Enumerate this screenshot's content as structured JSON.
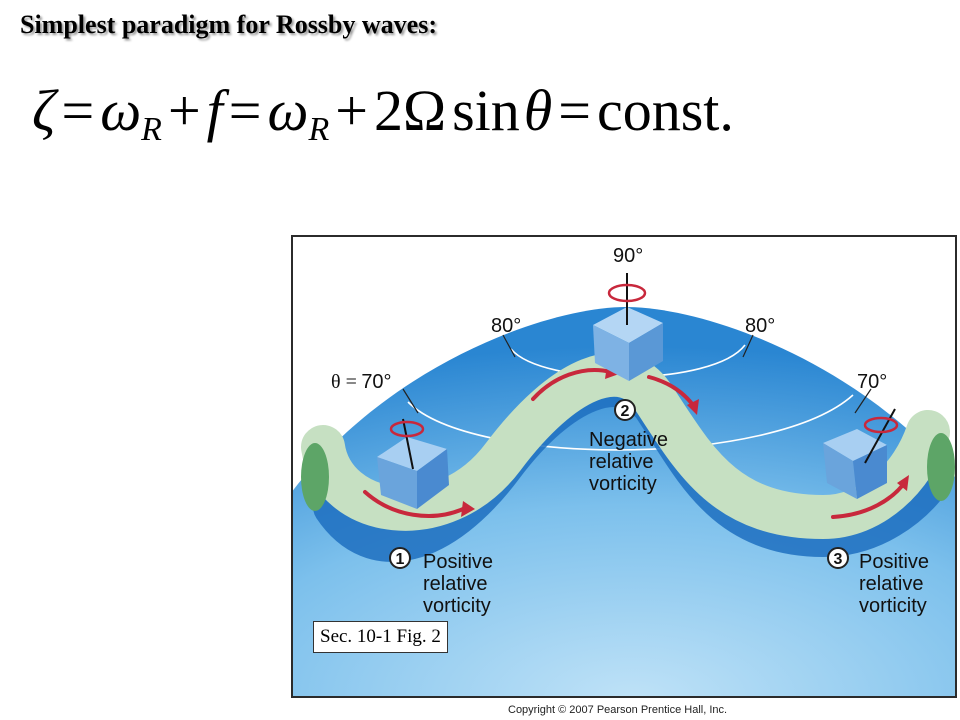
{
  "title": "Simplest paradigm for Rossby waves:",
  "equation": {
    "zeta": "ζ",
    "eq1": "=",
    "omega1": "ω",
    "sub1": "R",
    "plus1": "+",
    "f": "f",
    "eq2": "=",
    "omega2": "ω",
    "sub2": "R",
    "plus2": "+",
    "two_omega": "2Ω",
    "sin": "sin",
    "theta": "θ",
    "eq3": "=",
    "const": "const."
  },
  "figure": {
    "label_90": "90°",
    "label_80_left": "80°",
    "label_80_right": "80°",
    "theta_prefix": "θ =",
    "label_70_left": "70°",
    "label_70_right": "70°",
    "points": [
      {
        "number": "1",
        "line1": "Positive",
        "line2": "relative",
        "line3": "vorticity"
      },
      {
        "number": "2",
        "line1": "Negative",
        "line2": "relative",
        "line3": "vorticity"
      },
      {
        "number": "3",
        "line1": "Positive",
        "line2": "relative",
        "line3": "vorticity"
      }
    ],
    "caption": "Sec. 10-1 Fig. 2",
    "colors": {
      "globe": "#2f8fd8",
      "globe_light": "#9ad0f0",
      "stream": "#c8e2c6",
      "arrow": "#c8283c",
      "cube": "#7ab2e4",
      "tube_end": "#5aa86a"
    }
  },
  "copyright": "Copyright © 2007 Pearson Prentice Hall, Inc."
}
